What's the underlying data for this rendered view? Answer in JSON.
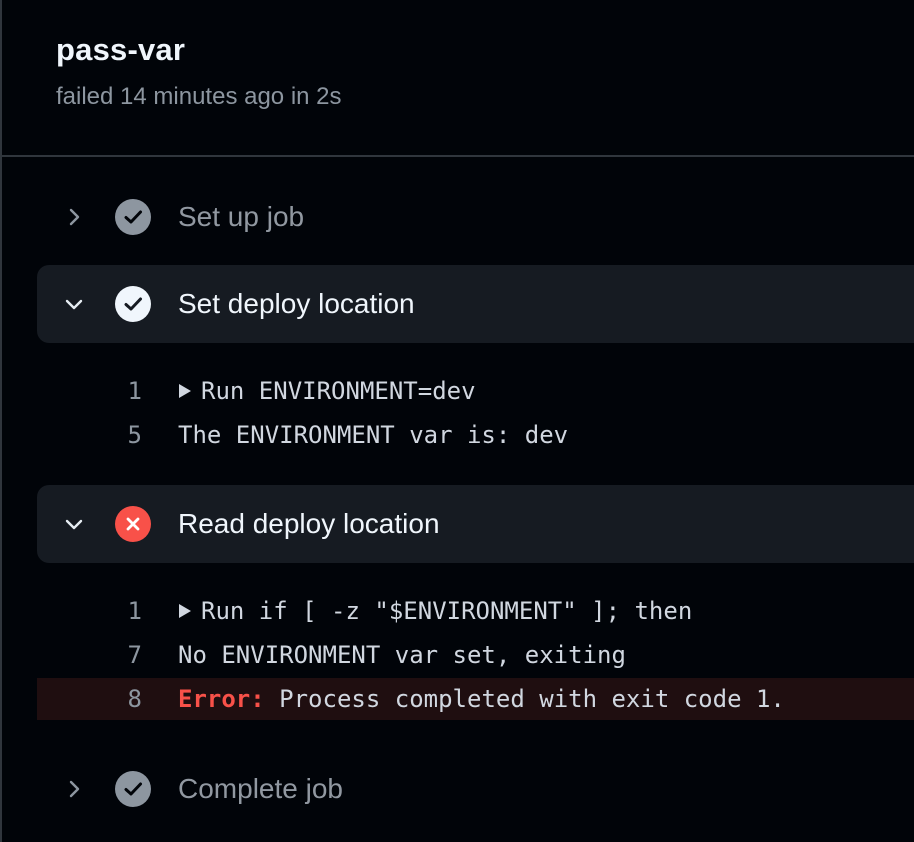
{
  "job": {
    "title": "pass-var",
    "subtitle": "failed 14 minutes ago in 2s"
  },
  "steps": [
    {
      "title": "Set up job",
      "status": "success",
      "expanded": false,
      "chevron_icon": "chevron-right-icon",
      "status_icon": "check-circle-icon"
    },
    {
      "title": "Set deploy location",
      "status": "success",
      "expanded": true,
      "chevron_icon": "chevron-down-icon",
      "status_icon": "check-circle-icon",
      "log": [
        {
          "num": "1",
          "text": "Run ENVIRONMENT=dev",
          "collapsible": true
        },
        {
          "num": "5",
          "text": "The ENVIRONMENT var is: dev",
          "collapsible": false
        }
      ]
    },
    {
      "title": "Read deploy location",
      "status": "failure",
      "expanded": true,
      "chevron_icon": "chevron-down-icon",
      "status_icon": "x-circle-icon",
      "log": [
        {
          "num": "1",
          "text": "Run if [ -z \"$ENVIRONMENT\" ]; then",
          "collapsible": true
        },
        {
          "num": "7",
          "text": "No ENVIRONMENT var set, exiting",
          "collapsible": false
        },
        {
          "num": "8",
          "error_label": "Error:",
          "text": " Process completed with exit code 1.",
          "error": true
        }
      ]
    },
    {
      "title": "Complete job",
      "status": "success",
      "expanded": false,
      "chevron_icon": "chevron-right-icon",
      "status_icon": "check-circle-icon"
    }
  ],
  "colors": {
    "background": "#010409",
    "expanded_step_bg": "#161b22",
    "error_line_bg": "#1f0e10",
    "error_text": "#f85149",
    "failure_icon": "#f85149",
    "success_icon_collapsed": "#8d96a0",
    "success_icon_expanded": "#f0f6fc"
  }
}
